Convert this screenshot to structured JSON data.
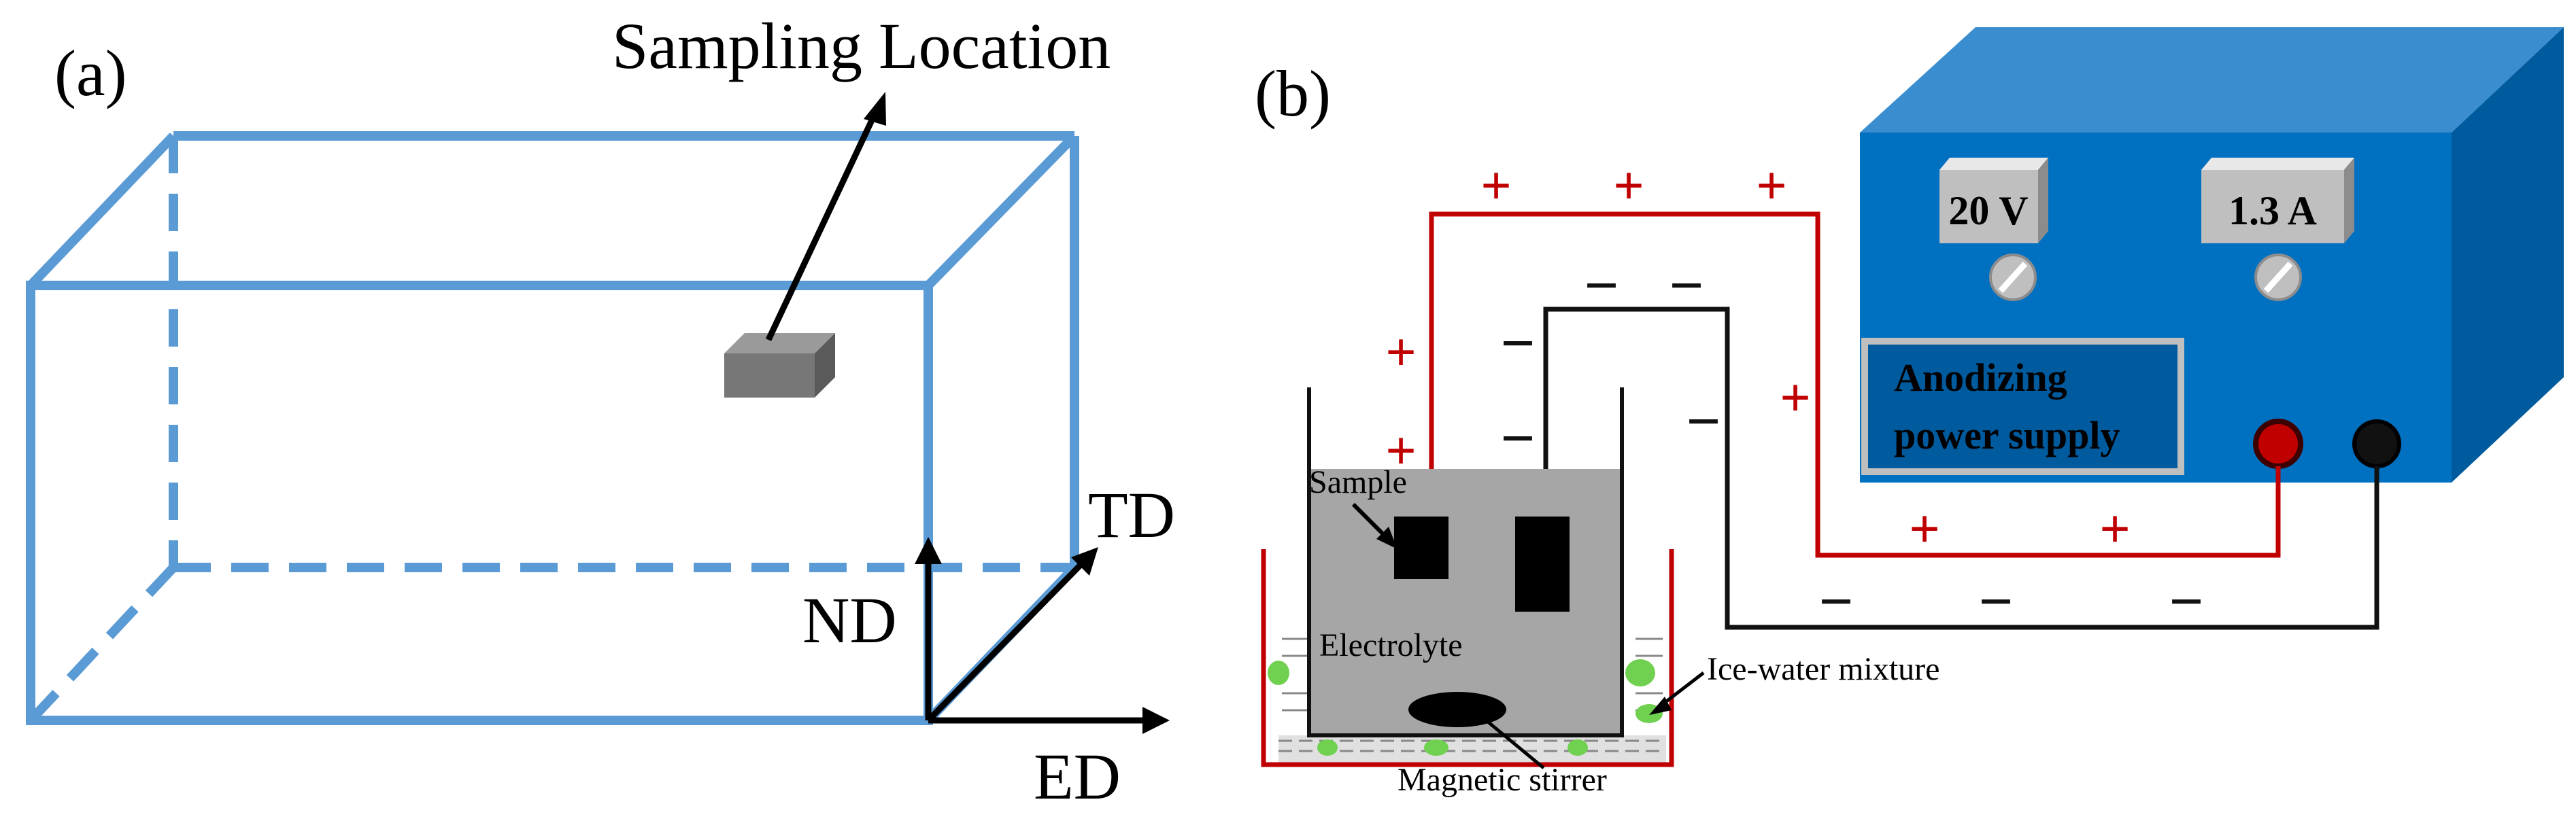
{
  "panel_a": {
    "label": "(a)",
    "sampling_location": "Sampling Location",
    "axes": {
      "td": "TD",
      "nd": "ND",
      "ed": "ED"
    },
    "colors": {
      "box": "#5b9bd5",
      "sample": "#777777"
    }
  },
  "panel_b": {
    "label": "(b)",
    "power_supply": {
      "voltage": "20 V",
      "current": "1.3 A",
      "name_line1": "Anodizing",
      "name_line2": "power supply",
      "colors": {
        "front": "#0070c0",
        "top": "#3a8ed0",
        "side": "#005a9e"
      }
    },
    "labels": {
      "sample": "Sample",
      "electrolyte": "Electrolyte",
      "ice_water": "Ice-water mixture",
      "stirrer": "Magnetic stirrer"
    },
    "signs": {
      "plus": "+",
      "minus": "−"
    },
    "colors": {
      "positive_wire": "#c00000",
      "negative_wire": "#111111",
      "electrolyte": "#a6a6a6",
      "ice": "#70d050"
    }
  }
}
